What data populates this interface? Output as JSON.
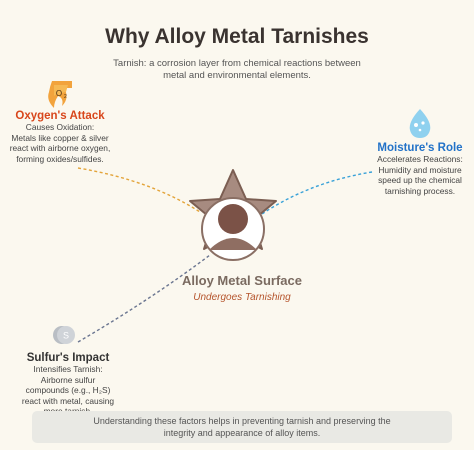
{
  "title": "Why Alloy Metal Tarnishes",
  "subtitle": "Tarnish: a corrosion layer from chemical reactions between metal and environmental elements.",
  "oxygen": {
    "icon_text": "O",
    "icon_sub": "2",
    "heading": "Oxygen's Attack",
    "effect": "Causes Oxidation:",
    "description": "Metals like copper & silver react with airborne oxygen, forming oxides/sulfides."
  },
  "moisture": {
    "heading": "Moisture's Role",
    "effect": "Accelerates Reactions:",
    "description": "Humidity and moisture speed up the chemical tarnishing process."
  },
  "sulfur": {
    "icon_text": "S",
    "heading": "Sulfur's Impact",
    "effect": "Intensifies Tarnish:",
    "description": "Airborne sulfur compounds (e.g., H₂S) react with metal, causing more tarnish."
  },
  "center": {
    "name": "Alloy Metal Surface",
    "subtitle": "Undergoes Tarnishing"
  },
  "footer": "Understanding these factors helps in preventing tarnish and preserving the integrity and appearance of alloy items.",
  "colors": {
    "oxygen": "#d8461b",
    "moisture": "#2272c8",
    "sulfur_line": "#6a7590",
    "metal": "#8f6e62"
  }
}
